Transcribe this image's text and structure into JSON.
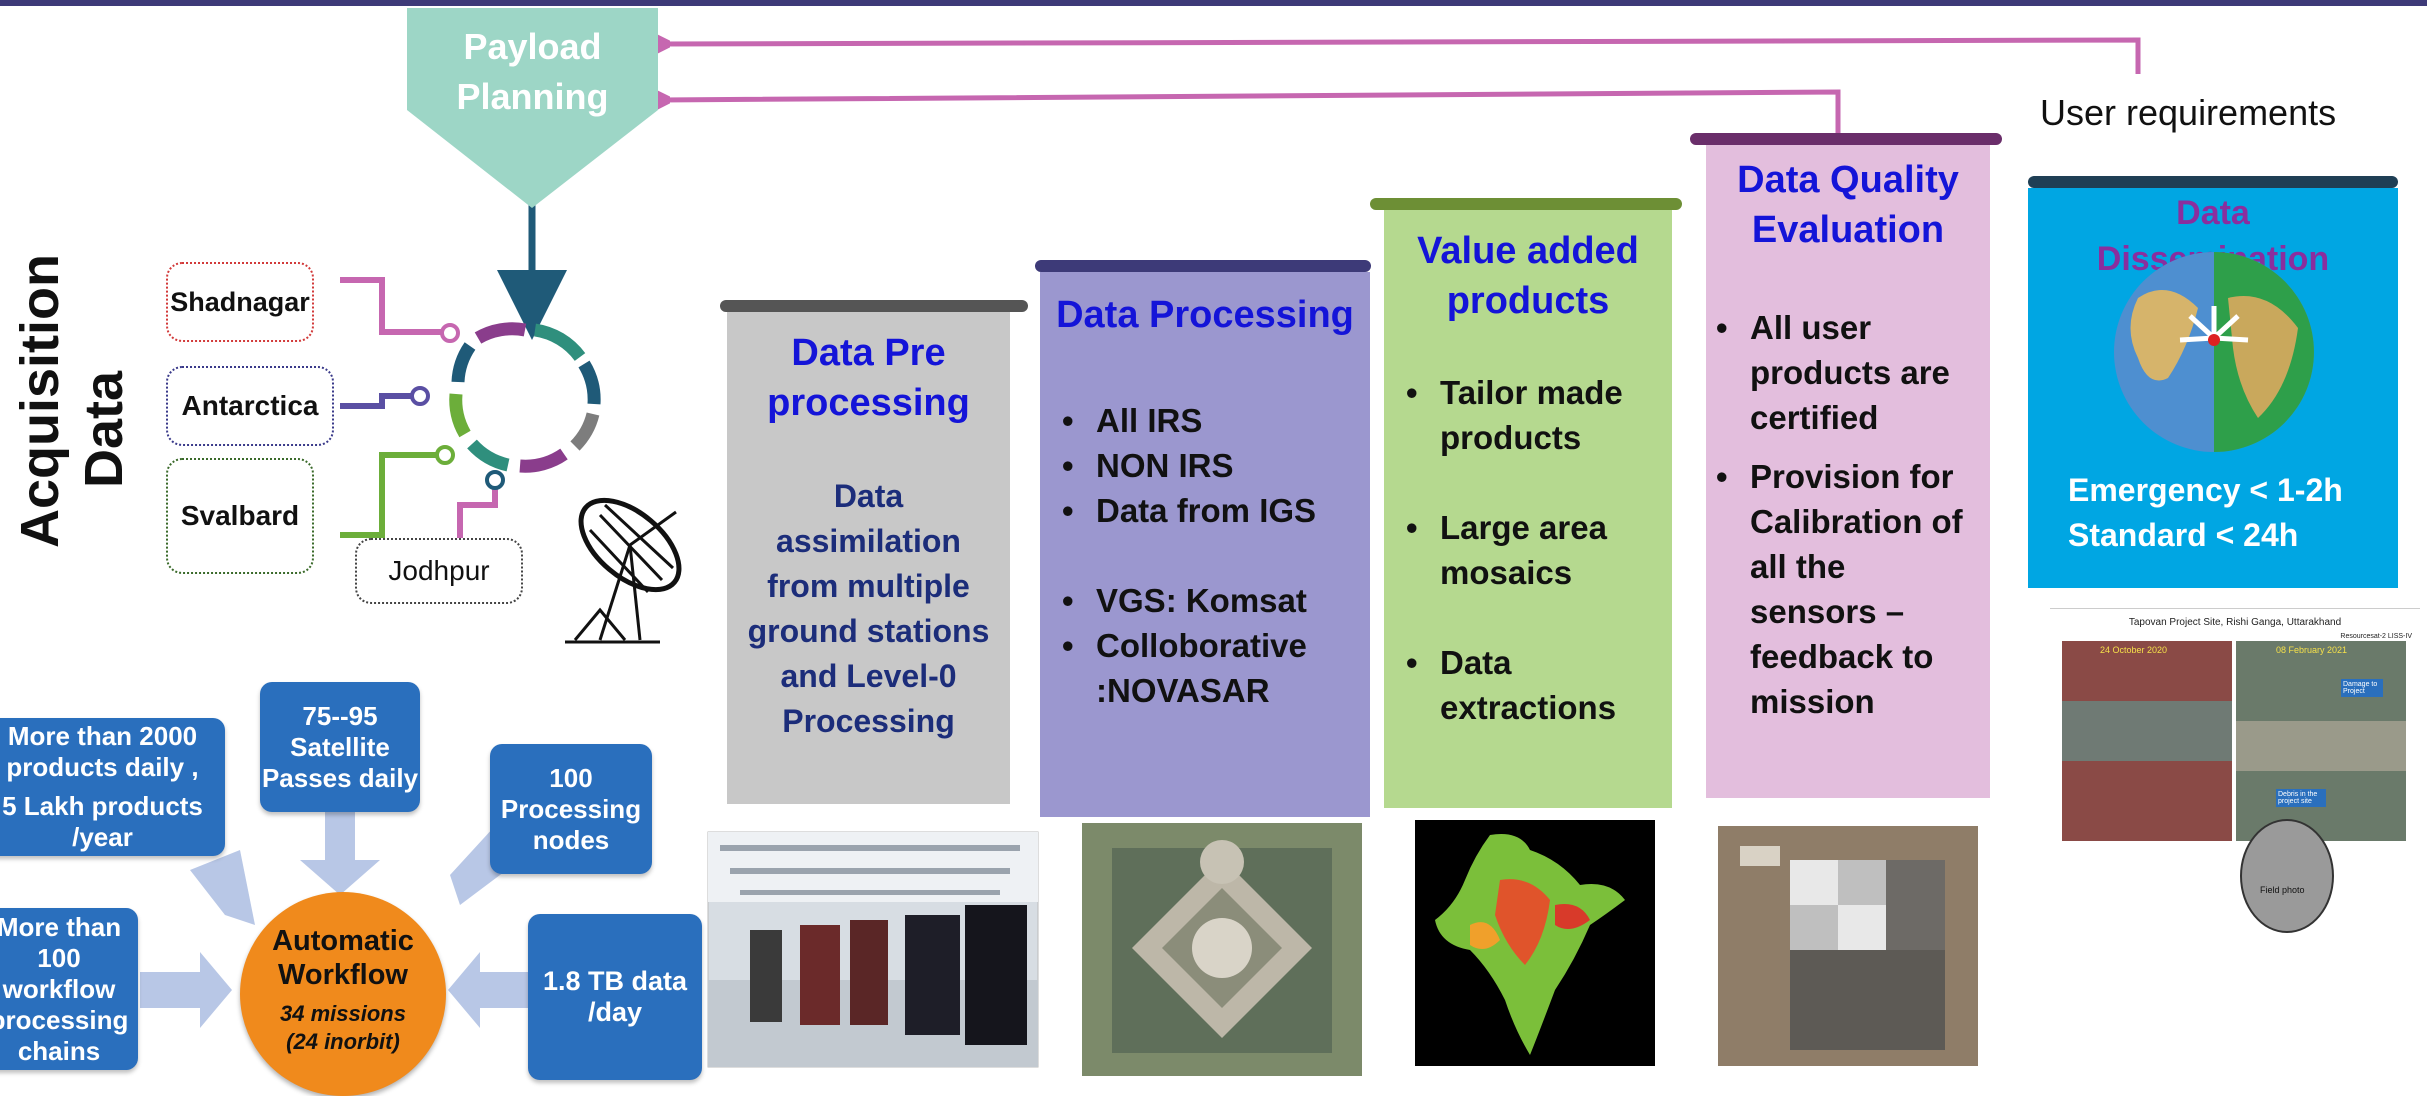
{
  "payload_planning": {
    "line1": "Payload",
    "line2": "Planning"
  },
  "user_requirements": "User requirements",
  "data_acquisition": {
    "line1": "Data",
    "line2": "Acquisition"
  },
  "stations": {
    "shadnagar": "Shadnagar",
    "antarctica": "Antarctica",
    "svalbard": "Svalbard",
    "jodhpur": "Jodhpur"
  },
  "columns": {
    "preprocessing": {
      "title1": "Data  Pre",
      "title2": "processing",
      "body": [
        "Data",
        "assimilation",
        "from multiple",
        "ground stations",
        "and Level-0",
        "Processing"
      ]
    },
    "processing": {
      "title": "Data Processing",
      "items": [
        "All IRS",
        "NON IRS",
        "Data from IGS"
      ],
      "items2": [
        "VGS: Komsat",
        "Colloborative",
        ":NOVASAR"
      ]
    },
    "value_added": {
      "title1": "Value added",
      "title2": "products",
      "items": [
        [
          "Tailor made",
          "products"
        ],
        [
          "Large area",
          "mosaics"
        ],
        [
          "Data",
          "extractions"
        ]
      ]
    },
    "quality": {
      "title1": "Data Quality",
      "title2": "Evaluation",
      "items": [
        [
          "All user",
          "products are",
          "certified"
        ],
        [
          "Provision for",
          "Calibration of",
          "all the",
          "sensors –",
          "feedback to",
          "mission"
        ]
      ]
    },
    "dissemination": {
      "title1": "Data",
      "title2": "Dissemination",
      "line1": "Emergency < 1-2h",
      "line2": "Standard < 24h"
    }
  },
  "map_image": {
    "title": "Tapovan Project Site, Rishi Ganga, Uttarakhand",
    "label_left": "24 October 2020",
    "label_right": "08 February 2021",
    "label_damage": "Damage to Project",
    "label_debris": "Debris in the project site",
    "label_field": "Field photo",
    "resourcesat": "Resourcesat-2 LISS-IV"
  },
  "workflow": {
    "center_title1": "Automatic",
    "center_title2": "Workflow",
    "center_sub1": "34 missions",
    "center_sub2": "(24 inorbit)",
    "b1": [
      "More than 2000",
      "products daily ,",
      "",
      "5 Lakh products",
      "/year"
    ],
    "b2": [
      "75--95",
      "Satellite",
      "Passes daily"
    ],
    "b3": [
      "100",
      "Processing",
      "nodes"
    ],
    "b4": [
      "More than",
      "100",
      "workflow",
      "processing",
      "chains"
    ],
    "b5": [
      "1.8 TB data",
      "/day"
    ]
  },
  "colors": {
    "topbar": "#3d3a78",
    "payload": "#9dd6c6",
    "arrow_pink": "#c667b0",
    "acq_arrow": "#1f5a78",
    "pre_bg": "#c8c8c8",
    "proc_bg": "#9b97cf",
    "value_bg": "#b5d98f",
    "quality_bg": "#e3bedd",
    "diss_bg": "#00a6e3",
    "title_blue": "#1414d8",
    "navy": "#1c2d7a",
    "workflow_orange": "#f08a1c",
    "bubble_blue": "#2a6fbd"
  }
}
